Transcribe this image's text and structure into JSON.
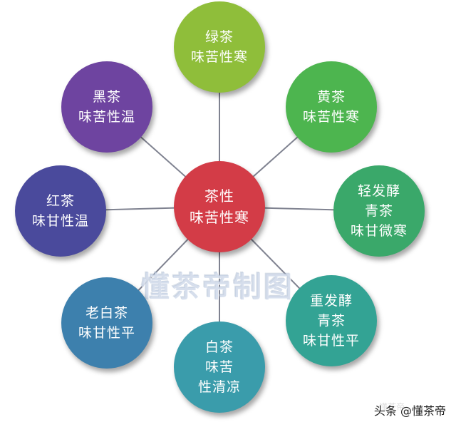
{
  "center": {
    "lines": [
      "茶性",
      "味苦性寒"
    ],
    "color": "#d33c47"
  },
  "nodes": [
    {
      "key": "green",
      "lines": [
        "绿茶",
        "味苦性寒"
      ],
      "color": "#8fbe3a"
    },
    {
      "key": "yellow",
      "lines": [
        "黄茶",
        "味苦性寒"
      ],
      "color": "#4db54f"
    },
    {
      "key": "light-oolong",
      "lines": [
        "轻发酵",
        "青茶",
        "味甘微寒"
      ],
      "color": "#3aa86a"
    },
    {
      "key": "heavy-oolong",
      "lines": [
        "重发酵",
        "青茶",
        "味甘性平"
      ],
      "color": "#33a394"
    },
    {
      "key": "white",
      "lines": [
        "白茶",
        "味苦",
        "性清凉"
      ],
      "color": "#3a9cab"
    },
    {
      "key": "aged-white",
      "lines": [
        "老白茶",
        "味甘性平"
      ],
      "color": "#3d80ad"
    },
    {
      "key": "red",
      "lines": [
        "红茶",
        "味甘性温"
      ],
      "color": "#4a4a9c"
    },
    {
      "key": "black",
      "lines": [
        "黑茶",
        "味苦性温"
      ],
      "color": "#6e44a0"
    }
  ],
  "watermark": "懂茶帝制图",
  "credit": {
    "text": "头条 @懂茶帝"
  },
  "faint_mark": "懂茶帝"
}
